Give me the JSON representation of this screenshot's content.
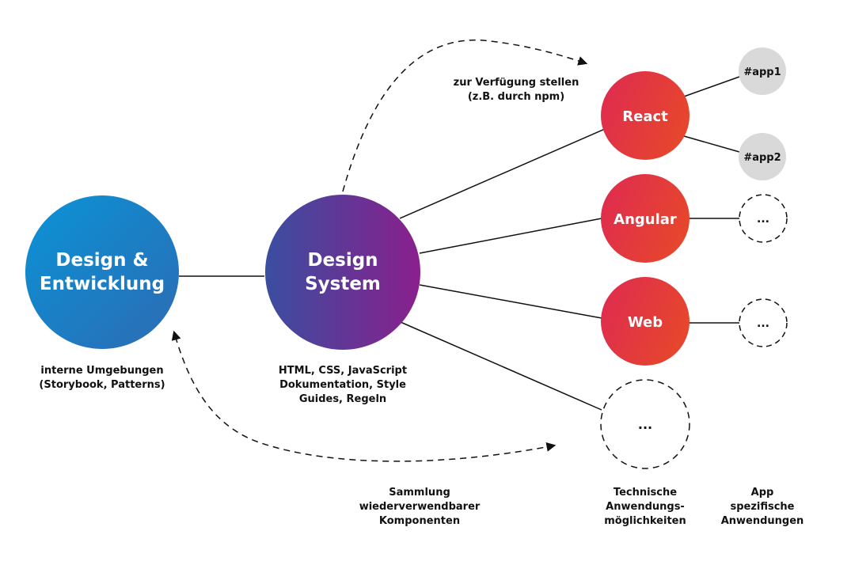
{
  "nodes": {
    "design_entwicklung": {
      "lines": [
        "Design &",
        "Entwicklung"
      ]
    },
    "design_system": {
      "lines": [
        "Design",
        "System"
      ]
    },
    "react": {
      "label": "React"
    },
    "angular": {
      "label": "Angular"
    },
    "web": {
      "label": "Web"
    },
    "tech_more": {
      "label": "..."
    },
    "app1": {
      "label": "#app1"
    },
    "app2": {
      "label": "#app2"
    },
    "app_angular_more": {
      "label": "..."
    },
    "app_web_more": {
      "label": "..."
    }
  },
  "captions": {
    "interne_umgebungen": [
      "interne Umgebungen",
      "(Storybook, Patterns)"
    ],
    "design_system_desc": [
      "HTML, CSS, JavaScript",
      "Dokumentation, Style",
      "Guides, Regeln"
    ],
    "zur_verfuegung": [
      "zur Verfügung stellen",
      "(z.B. durch npm)"
    ],
    "sammlung": [
      "Sammlung",
      "wiederverwendbarer",
      "Komponenten"
    ],
    "technische": [
      "Technische",
      "Anwendungs-",
      "möglichkeiten"
    ],
    "app_spezifisch": [
      "App",
      "spezifische",
      "Anwendungen"
    ]
  },
  "colors": {
    "blue_start": "#0a93d6",
    "blue_end": "#2d6bb3",
    "purple_start": "#3a4ea0",
    "purple_end": "#8a1f8c",
    "red_start": "#de2a52",
    "red_end": "#e6452e",
    "grey": "#d9d9d9",
    "line": "#111111"
  }
}
